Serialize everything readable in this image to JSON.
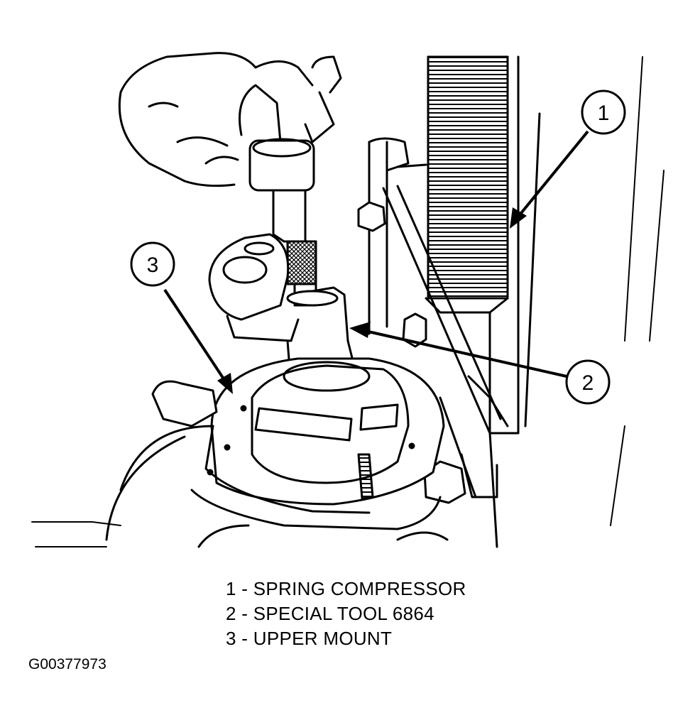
{
  "callouts": [
    {
      "number": "1"
    },
    {
      "number": "2"
    },
    {
      "number": "3"
    }
  ],
  "legend": [
    {
      "text": "1 - SPRING COMPRESSOR"
    },
    {
      "text": "2 - SPECIAL TOOL 6864"
    },
    {
      "text": "3 - UPPER MOUNT"
    }
  ],
  "figure_id": "G00377973"
}
